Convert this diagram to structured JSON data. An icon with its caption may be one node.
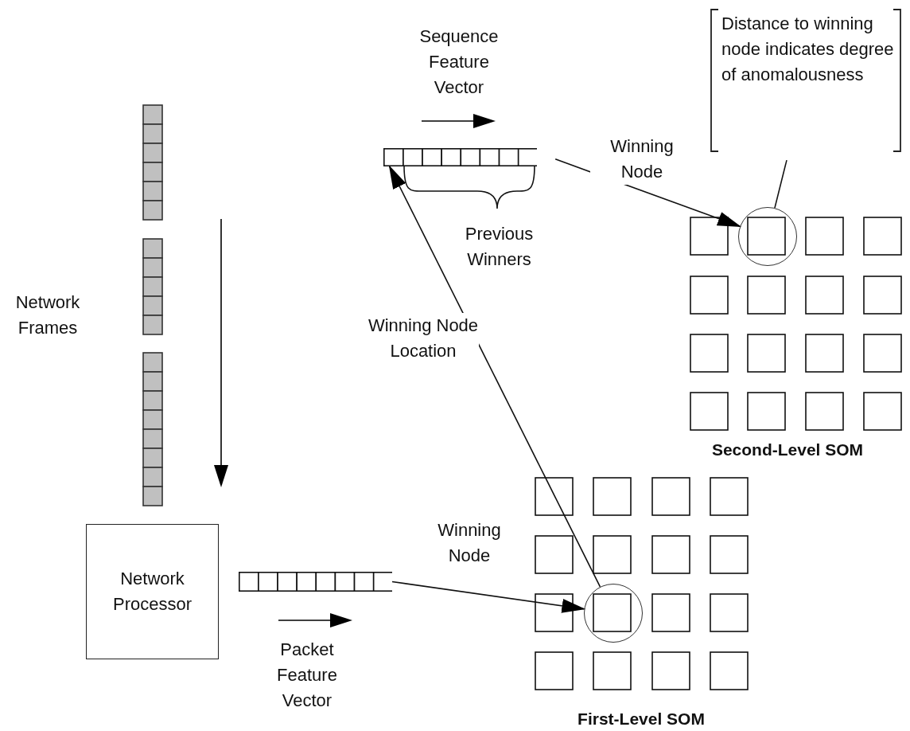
{
  "diagram": {
    "nodes": [
      {
        "text": [
          "Network Processor"
        ]
      },
      {
        "text": [],
        "shape": "bar",
        "beside": [
          "Packet Feature Vector"
        ]
      },
      {
        "text": [],
        "shape": "circle"
      },
      {
        "text": [],
        "shape": "bar",
        "beside": [
          "Sequence Feature Vector"
        ]
      },
      {
        "text": [],
        "shape": "circle"
      },
      {
        "text": [
          "Distance to winning node indicates degree of anomalousness"
        ]
      }
    ],
    "edges": [
      {
        "from": 1,
        "to": 2,
        "arrow": "to",
        "label": "Winning Node"
      },
      {
        "from": 2,
        "to": 3,
        "arrow": "to",
        "label": "Winning Node Location"
      },
      {
        "from": 3,
        "to": 4,
        "arrow": "to",
        "label": "Winning Node"
      },
      {
        "from": 5,
        "to": 4,
        "arrow": "none"
      }
    ],
    "labels": [
      "Network Frames",
      "Previous Winners",
      "Second-Level SOM",
      "First-Level SOM"
    ]
  }
}
